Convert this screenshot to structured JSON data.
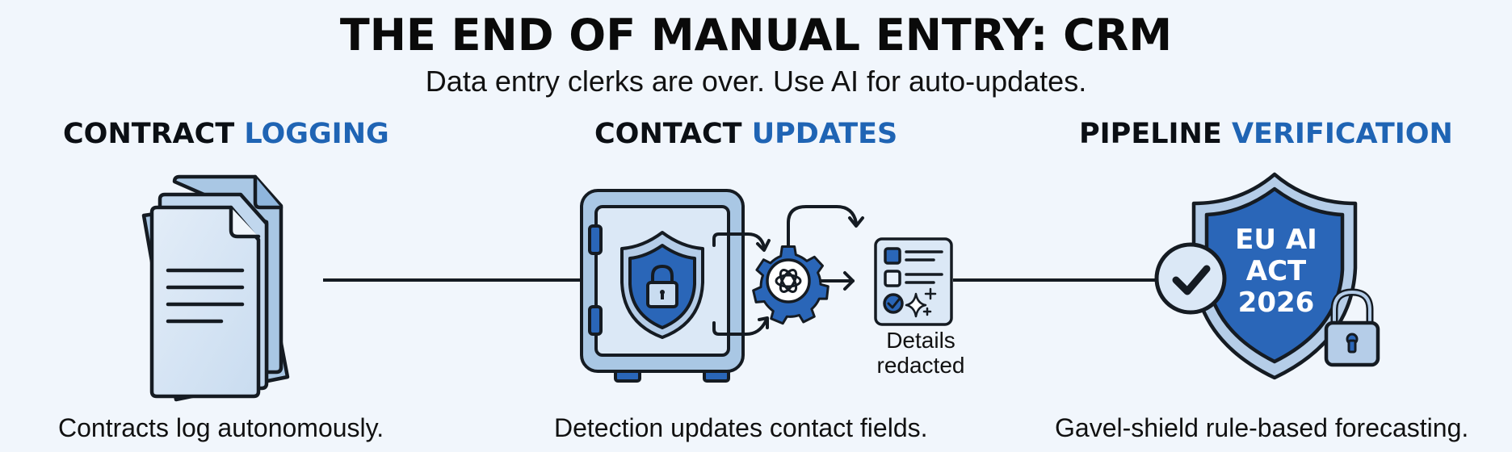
{
  "header": {
    "title": "THE END OF MANUAL ENTRY: CRM",
    "subtitle": "Data entry clerks are over. Use AI for auto-updates."
  },
  "colors": {
    "background": "#f1f6fc",
    "accent": "#1f64b4",
    "outline": "#151b22",
    "light_fill": "#d6e5f5",
    "mid_fill": "#a9c7e4"
  },
  "sections": [
    {
      "heading_main": "CONTRACT",
      "heading_accent": "LOGGING",
      "icon": "stacked-documents-icon",
      "caption": "Contracts log autonomously."
    },
    {
      "heading_main": "CONTACT",
      "heading_accent": "UPDATES",
      "icon": "safe-with-shield-lock-icon",
      "secondary_icons": [
        "ai-gear-icon",
        "checklist-icon"
      ],
      "note": "Details redacted",
      "note_line1": "Details",
      "note_line2": "redacted",
      "caption": "Detection updates contact fields."
    },
    {
      "heading_main": "PIPELINE",
      "heading_accent": "VERIFICATION",
      "icon": "eu-ai-act-shield-icon",
      "badge_line1": "EU AI",
      "badge_line2": "ACT",
      "badge_line3": "2026",
      "secondary_icons": [
        "checkmark-circle-icon",
        "padlock-icon"
      ],
      "caption": "Gavel-shield rule-based forecasting."
    }
  ]
}
